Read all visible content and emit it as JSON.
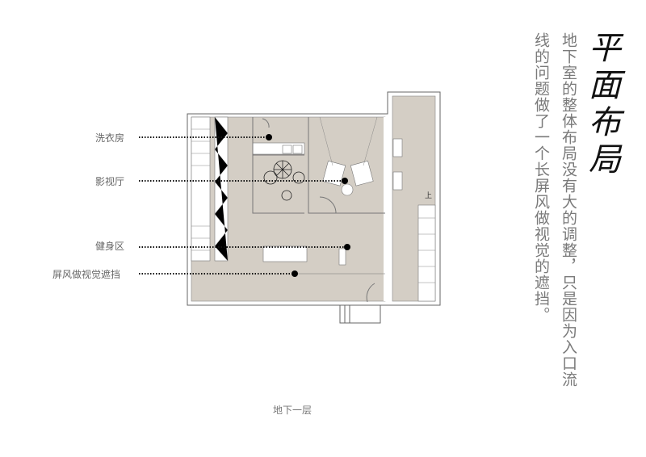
{
  "title": "平面布局",
  "description_columns": [
    "地下室的整体布局没有大的调整，只是因为入口流",
    "线的问题做了一个长屏风做视觉的遮挡。"
  ],
  "labels": {
    "laundry": "洗衣房",
    "theater": "影视厅",
    "gym": "健身区",
    "screen": "屏风做视觉遮挡"
  },
  "stair_mark": "上",
  "caption": "地下一层",
  "colors": {
    "floor": "#d4cec5",
    "wall": "#ffffff",
    "outline": "#555555"
  }
}
